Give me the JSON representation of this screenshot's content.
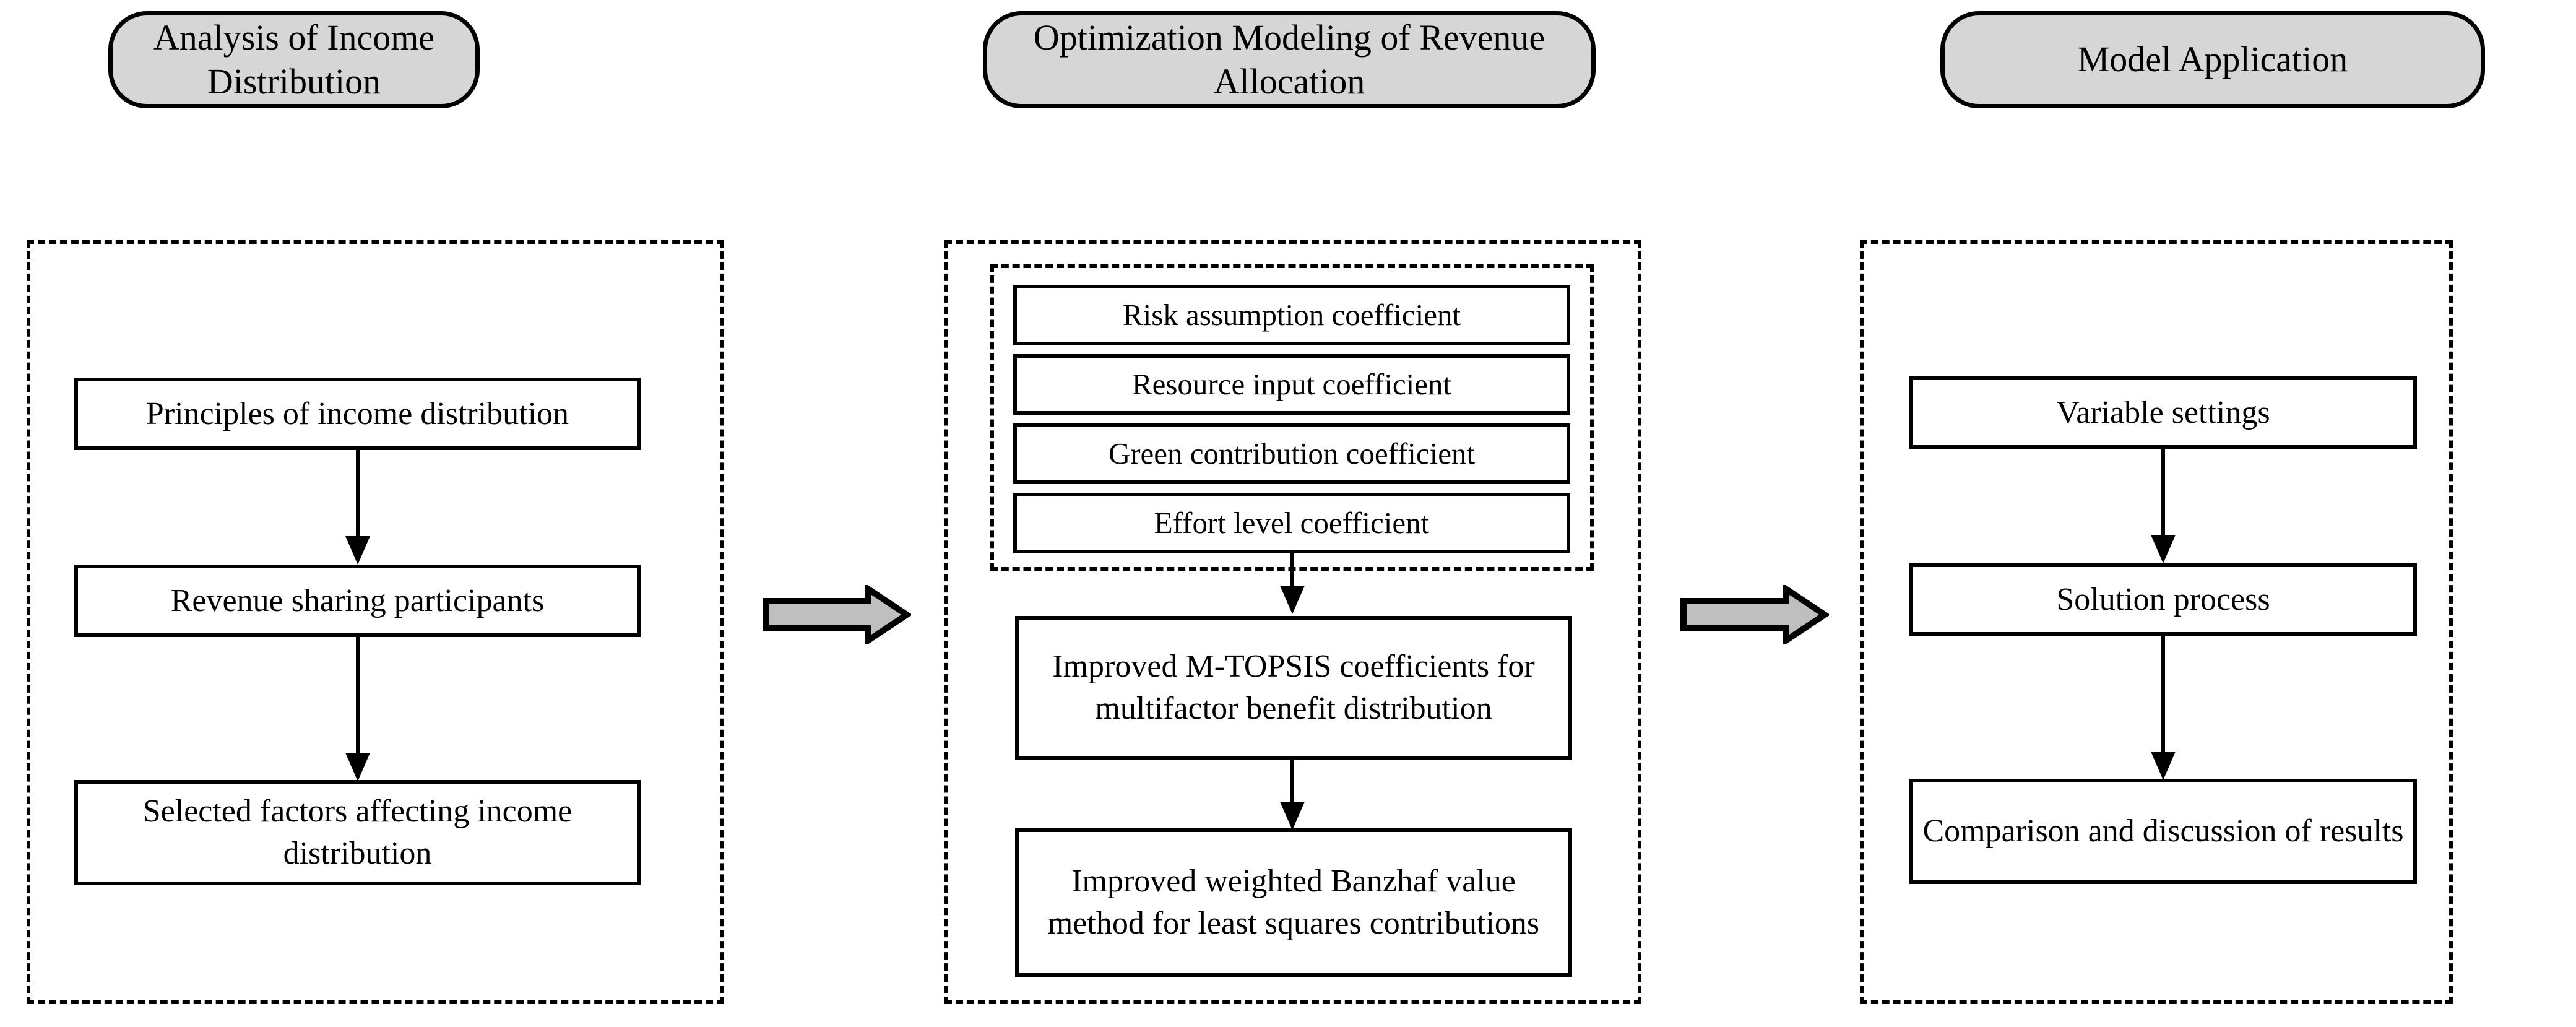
{
  "diagram": {
    "title": "Research framework flowchart",
    "colors": {
      "pill_fill": "#d6d6d6",
      "block_arrow_fill": "#bfbfbf",
      "stroke": "#000000",
      "node_fill": "#ffffff"
    }
  },
  "stages": [
    {
      "id": "analysis",
      "header": "Analysis of Income Distribution",
      "header_lines": [
        "Analysis of Income",
        "Distribution"
      ],
      "nodes": [
        {
          "id": "principles",
          "label": "Principles of income distribution"
        },
        {
          "id": "participants",
          "label": "Revenue sharing participants"
        },
        {
          "id": "factors",
          "label": "Selected factors affecting income distribution"
        }
      ]
    },
    {
      "id": "optimization",
      "header": "Optimization Modeling of Revenue Allocation",
      "header_lines": [
        "Optimization Modeling of",
        "Revenue Allocation"
      ],
      "coefficients": [
        {
          "id": "risk",
          "label": "Risk assumption coefficient"
        },
        {
          "id": "resource",
          "label": "Resource input coefficient"
        },
        {
          "id": "green",
          "label": "Green contribution coefficient"
        },
        {
          "id": "effort",
          "label": "Effort level coefficient"
        }
      ],
      "nodes": [
        {
          "id": "mtopsis",
          "label": "Improved M-TOPSIS coefficients for multifactor benefit distribution"
        },
        {
          "id": "banzhaf",
          "label": "Improved weighted Banzhaf value method for least squares contributions"
        }
      ]
    },
    {
      "id": "application",
      "header": "Model Application",
      "header_lines": [
        "Model Application"
      ],
      "nodes": [
        {
          "id": "variables",
          "label": "Variable settings"
        },
        {
          "id": "solution",
          "label": "Solution process"
        },
        {
          "id": "comparison",
          "label": "Comparison and discussion of results"
        }
      ]
    }
  ],
  "connectors": {
    "stage_arrow_1": "analysis-to-optimization",
    "stage_arrow_2": "optimization-to-application"
  }
}
